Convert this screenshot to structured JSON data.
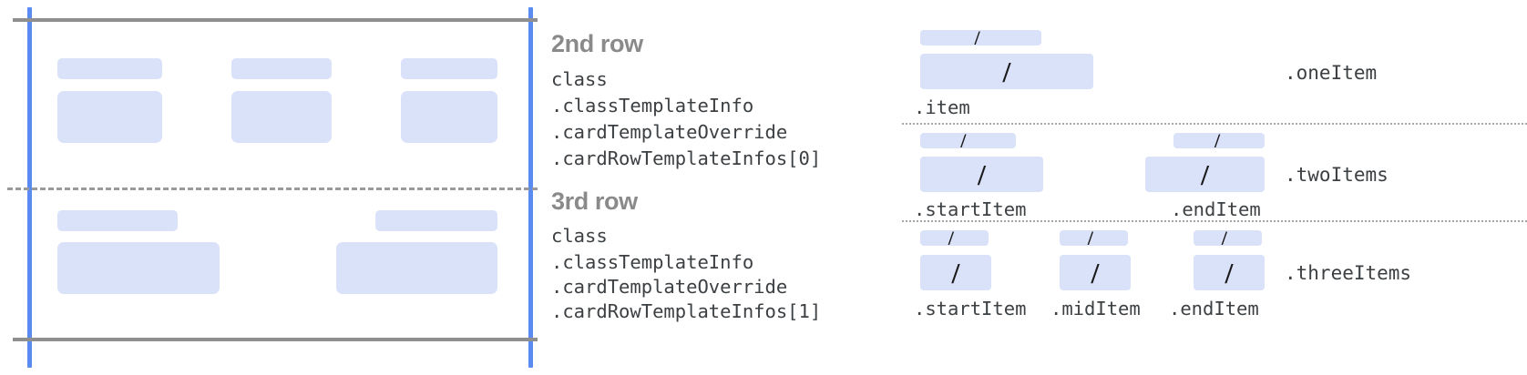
{
  "colors": {
    "placeholder_fill": "#dae2f9",
    "guide_blue": "#5a8bf0",
    "guide_gray": "#8f8f8f",
    "dashed_gray": "#9a9a9a",
    "heading_gray": "#8a8a8a",
    "mono_text": "#3c4043",
    "slash_mark": "#1a1a1a"
  },
  "card_mockup": {
    "row_divider_style": "dashed",
    "edge_guide_style": "solid-blue-vertical",
    "rows": [
      {
        "name": "2nd row",
        "columns": [
          {
            "label_bar": true,
            "content_block": true
          },
          {
            "label_bar": true,
            "content_block": true
          },
          {
            "label_bar": true,
            "content_block": true
          }
        ]
      },
      {
        "name": "3rd row",
        "columns": [
          {
            "label_bar": true,
            "content_block": true
          },
          {
            "label_bar": true,
            "content_block": true
          }
        ]
      }
    ]
  },
  "annotations": [
    {
      "title": "2nd row",
      "lines": [
        "class",
        ".classTemplateInfo",
        ".cardTemplateOverride",
        ".cardRowTemplateInfos[0]"
      ]
    },
    {
      "title": "3rd row",
      "lines": [
        "class",
        ".classTemplateInfo",
        ".cardTemplateOverride",
        ".cardRowTemplateInfos[1]"
      ]
    }
  ],
  "variants": [
    {
      "name": ".oneItem",
      "items": [
        {
          "label": ".item",
          "slash": "/"
        }
      ]
    },
    {
      "name": ".twoItems",
      "items": [
        {
          "label": ".startItem",
          "slash": "/"
        },
        {
          "label": ".endItem",
          "slash": "/"
        }
      ]
    },
    {
      "name": ".threeItems",
      "items": [
        {
          "label": ".startItem",
          "slash": "/"
        },
        {
          "label": ".midItem",
          "slash": "/"
        },
        {
          "label": ".endItem",
          "slash": "/"
        }
      ]
    }
  ]
}
